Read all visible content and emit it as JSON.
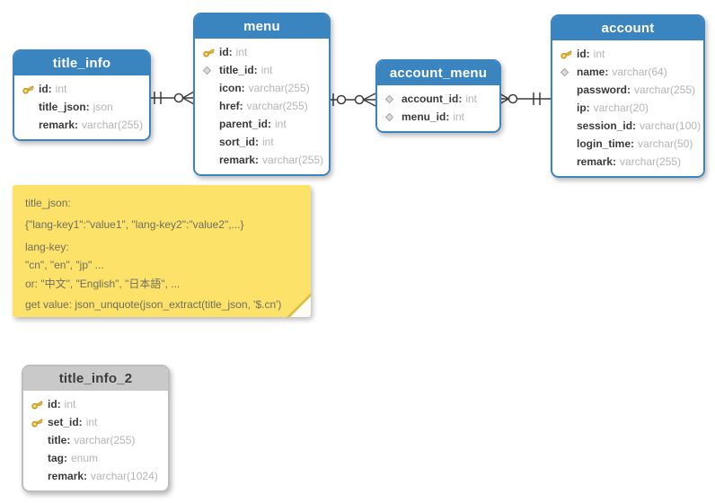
{
  "tables": [
    {
      "name": "title_info",
      "style": "blue",
      "columns": [
        {
          "icon": "key",
          "name": "id",
          "type": "int"
        },
        {
          "icon": "none",
          "name": "title_json",
          "type": "json"
        },
        {
          "icon": "none",
          "name": "remark",
          "type": "varchar(255)"
        }
      ]
    },
    {
      "name": "menu",
      "style": "blue",
      "columns": [
        {
          "icon": "key",
          "name": "id",
          "type": "int"
        },
        {
          "icon": "diamond",
          "name": "title_id",
          "type": "int"
        },
        {
          "icon": "none",
          "name": "icon",
          "type": "varchar(255)"
        },
        {
          "icon": "none",
          "name": "href",
          "type": "varchar(255)"
        },
        {
          "icon": "none",
          "name": "parent_id",
          "type": "int"
        },
        {
          "icon": "none",
          "name": "sort_id",
          "type": "int"
        },
        {
          "icon": "none",
          "name": "remark",
          "type": "varchar(255)"
        }
      ]
    },
    {
      "name": "account_menu",
      "style": "blue",
      "columns": [
        {
          "icon": "diamond",
          "name": "account_id",
          "type": "int"
        },
        {
          "icon": "diamond",
          "name": "menu_id",
          "type": "int"
        }
      ]
    },
    {
      "name": "account",
      "style": "blue",
      "columns": [
        {
          "icon": "key",
          "name": "id",
          "type": "int"
        },
        {
          "icon": "diamond",
          "name": "name",
          "type": "varchar(64)"
        },
        {
          "icon": "none",
          "name": "password",
          "type": "varchar(255)"
        },
        {
          "icon": "none",
          "name": "ip",
          "type": "varchar(20)"
        },
        {
          "icon": "none",
          "name": "session_id",
          "type": "varchar(100)"
        },
        {
          "icon": "none",
          "name": "login_time",
          "type": "varchar(50)"
        },
        {
          "icon": "none",
          "name": "remark",
          "type": "varchar(255)"
        }
      ]
    },
    {
      "name": "title_info_2",
      "style": "gray",
      "columns": [
        {
          "icon": "key",
          "name": "id",
          "type": "int"
        },
        {
          "icon": "key",
          "name": "set_id",
          "type": "int"
        },
        {
          "icon": "none",
          "name": "title",
          "type": "varchar(255)"
        },
        {
          "icon": "none",
          "name": "tag",
          "type": "enum"
        },
        {
          "icon": "none",
          "name": "remark",
          "type": "varchar(1024)"
        }
      ]
    }
  ],
  "note": {
    "lines": [
      "title_json:",
      "{\"lang-key1\":\"value1\", \"lang-key2\":\"value2\",...}",
      "lang-key:",
      "\"cn\", \"en\", \"jp\" ...",
      "or: \"中文\", \"English\", \"日本語\", ...",
      "get value: json_unquote(json_extract(title_json, '$.cn')"
    ]
  },
  "relationships": [
    {
      "from": "title_info",
      "to": "menu",
      "from_end": "one-and-only-one",
      "to_end": "zero-or-many"
    },
    {
      "from": "menu",
      "to": "account_menu",
      "from_end": "zero-or-one",
      "to_end": "zero-or-many"
    },
    {
      "from": "account_menu",
      "to": "account",
      "from_end": "zero-or-many",
      "to_end": "one-and-only-one"
    }
  ],
  "colors": {
    "table_header_blue": "#3a84bf",
    "table_border_blue": "#3a84bf",
    "header_text_blue": "#ffffff",
    "table_header_gray": "#c9c9c9",
    "table_border_gray": "#bdbdbd",
    "header_text_gray": "#3c3c3c",
    "column_name_text": "#3a3a3a",
    "column_type_text": "#b4b4b4",
    "connector_line": "#3c3c3c",
    "note_background": "#fde26a",
    "note_text": "#6e6e60",
    "key_icon_gold": "#f4c33e",
    "diamond_icon_gray": "#dcdcdc"
  }
}
